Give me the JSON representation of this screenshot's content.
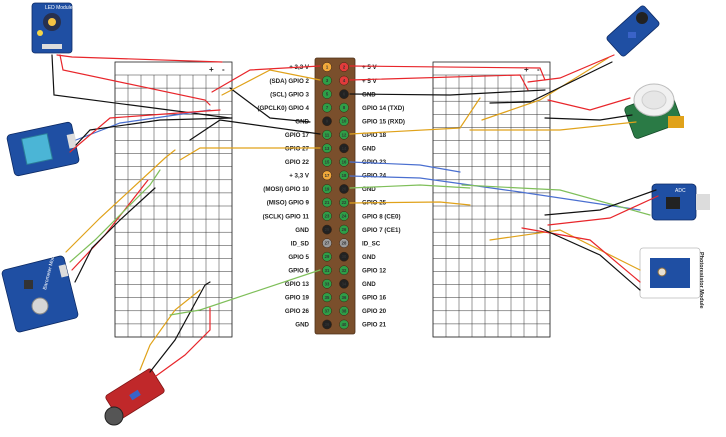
{
  "header": {
    "left_pins": [
      {
        "num": "1",
        "label": "+ 3,3 V",
        "color": "#f2a93b"
      },
      {
        "num": "3",
        "label": "(SDA) GPIO 2",
        "color": "#2e9e47"
      },
      {
        "num": "5",
        "label": "(SCL) GPIO 3",
        "color": "#2e9e47"
      },
      {
        "num": "7",
        "label": "(GPCLK0) GPIO 4",
        "color": "#2e9e47"
      },
      {
        "num": "9",
        "label": "GND",
        "color": "#222222"
      },
      {
        "num": "11",
        "label": "GPIO 17",
        "color": "#2e9e47"
      },
      {
        "num": "13",
        "label": "GPIO 27",
        "color": "#2e9e47"
      },
      {
        "num": "15",
        "label": "GPIO 22",
        "color": "#2e9e47"
      },
      {
        "num": "17",
        "label": "+ 3,3 V",
        "color": "#f2a93b"
      },
      {
        "num": "19",
        "label": "(MOSI) GPIO 10",
        "color": "#2e9e47"
      },
      {
        "num": "21",
        "label": "(MISO) GPIO 9",
        "color": "#2e9e47"
      },
      {
        "num": "23",
        "label": "(SCLK) GPIO 11",
        "color": "#2e9e47"
      },
      {
        "num": "25",
        "label": "GND",
        "color": "#222222"
      },
      {
        "num": "27",
        "label": "ID_SD",
        "color": "#9a9a9a"
      },
      {
        "num": "29",
        "label": "GPIO 5",
        "color": "#2e9e47"
      },
      {
        "num": "31",
        "label": "GPIO 6",
        "color": "#2e9e47"
      },
      {
        "num": "33",
        "label": "GPIO 13",
        "color": "#2e9e47"
      },
      {
        "num": "35",
        "label": "GPIO 19",
        "color": "#2e9e47"
      },
      {
        "num": "37",
        "label": "GPIO 26",
        "color": "#2e9e47"
      },
      {
        "num": "39",
        "label": "GND",
        "color": "#222222"
      }
    ],
    "right_pins": [
      {
        "num": "2",
        "label": "+ 5 V",
        "color": "#e23b3b"
      },
      {
        "num": "4",
        "label": "+ 5 V",
        "color": "#e23b3b"
      },
      {
        "num": "6",
        "label": "GND",
        "color": "#222222"
      },
      {
        "num": "8",
        "label": "GPIO 14 (TXD)",
        "color": "#2e9e47"
      },
      {
        "num": "10",
        "label": "GPIO 15 (RXD)",
        "color": "#2e9e47"
      },
      {
        "num": "12",
        "label": "GPIO 18",
        "color": "#2e9e47"
      },
      {
        "num": "14",
        "label": "GND",
        "color": "#222222"
      },
      {
        "num": "16",
        "label": "GPIO 23",
        "color": "#2e9e47"
      },
      {
        "num": "18",
        "label": "GPIO 24",
        "color": "#2e9e47"
      },
      {
        "num": "20",
        "label": "GND",
        "color": "#222222"
      },
      {
        "num": "22",
        "label": "GPIO 25",
        "color": "#2e9e47"
      },
      {
        "num": "24",
        "label": "GPIO 8 (CE0)",
        "color": "#2e9e47"
      },
      {
        "num": "26",
        "label": "GPIO 7 (CE1)",
        "color": "#2e9e47"
      },
      {
        "num": "28",
        "label": "ID_SC",
        "color": "#9a9a9a"
      },
      {
        "num": "30",
        "label": "GND",
        "color": "#222222"
      },
      {
        "num": "32",
        "label": "GPIO 12",
        "color": "#2e9e47"
      },
      {
        "num": "34",
        "label": "GND",
        "color": "#222222"
      },
      {
        "num": "36",
        "label": "GPIO 16",
        "color": "#2e9e47"
      },
      {
        "num": "38",
        "label": "GPIO 20",
        "color": "#2e9e47"
      },
      {
        "num": "40",
        "label": "GPIO 21",
        "color": "#2e9e47"
      }
    ]
  },
  "breadboards": {
    "left_plus": "+",
    "left_minus": "-",
    "right_plus": "+",
    "right_minus": "-"
  },
  "modules": {
    "led": "LED Module",
    "photoresistor": "Photoresistor Module",
    "adc": "ADC",
    "barometer": "Barometer Module"
  },
  "colors": {
    "wire_red": "#e8262b",
    "wire_black": "#111111",
    "wire_orange": "#e0a21a",
    "wire_green": "#7fbf5a",
    "wire_blue": "#4a6fd0",
    "header_body": "#7a4f2c",
    "module_blue": "#1f4fa3"
  }
}
